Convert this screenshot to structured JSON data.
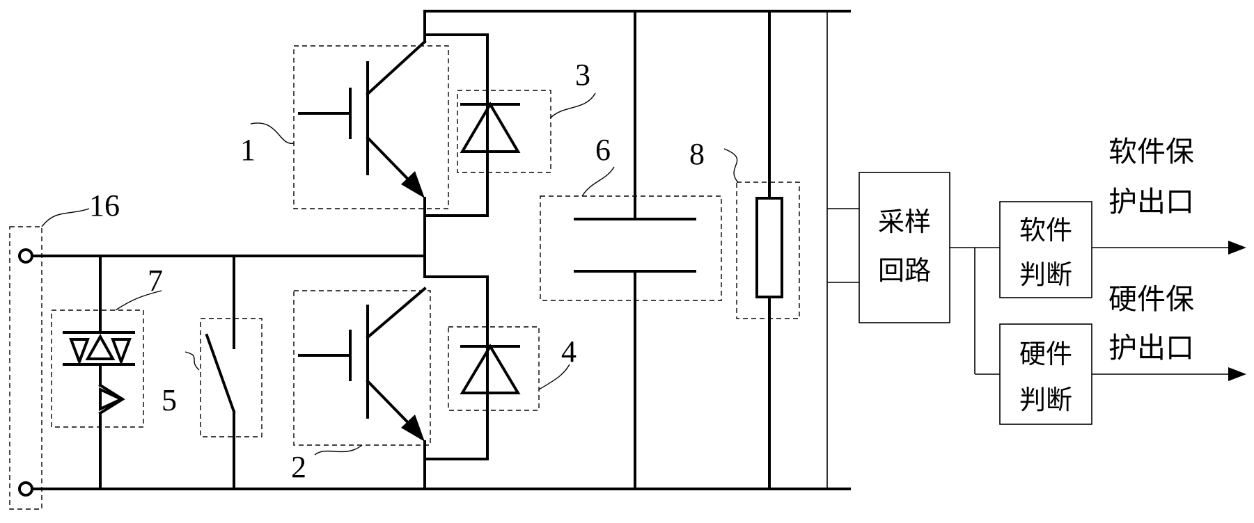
{
  "labels": {
    "n1": "1",
    "n2": "2",
    "n3": "3",
    "n4": "4",
    "n5": "5",
    "n6": "6",
    "n7": "7",
    "n8": "8",
    "n16": "16"
  },
  "blocks": {
    "sampling_line1": "采样",
    "sampling_line2": "回路",
    "soft_judge_line1": "软件",
    "soft_judge_line2": "判断",
    "hard_judge_line1": "硬件",
    "hard_judge_line2": "判断"
  },
  "outputs": {
    "soft_line1": "软件保",
    "soft_line2": "护出口",
    "hard_line1": "硬件保",
    "hard_line2": "护出口"
  }
}
